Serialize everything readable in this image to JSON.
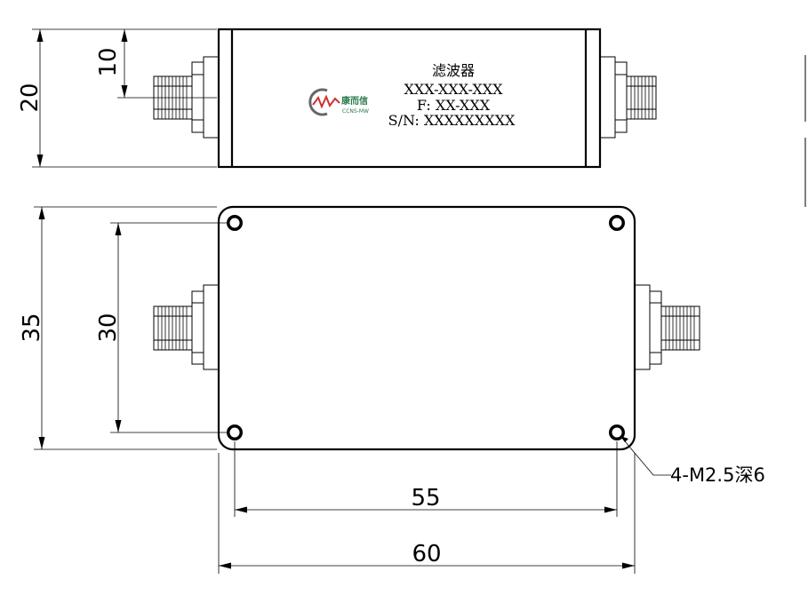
{
  "label": {
    "name": "滤波器",
    "model": "XXX-XXX-XXX",
    "freq": "F: XX-XXX",
    "serial": "S/N: XXXXXXXXX"
  },
  "logo": {
    "brand_cn": "康而信",
    "brand_en": "CCNS-MW",
    "colors": {
      "green": "#2a7a4a",
      "red": "#d03030",
      "gray": "#666666"
    }
  },
  "dimensions": {
    "height_total": "20",
    "connector_offset": "10",
    "depth_total": "35",
    "hole_spacing_v": "30",
    "hole_spacing_h": "55",
    "width_total": "60"
  },
  "callout": {
    "holes": "4-M2.5深6"
  }
}
